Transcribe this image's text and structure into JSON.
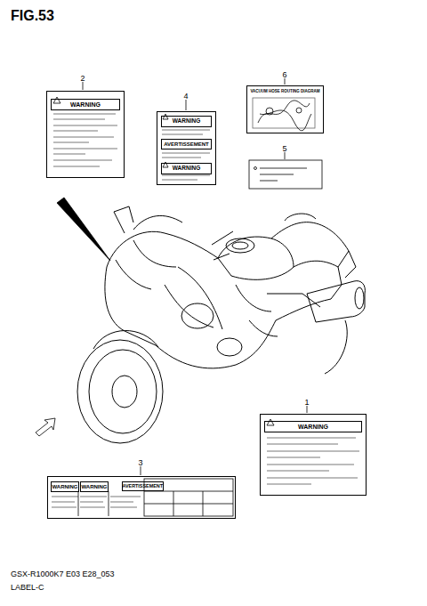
{
  "diagram": {
    "title": "FIG.53",
    "nodes": [
      {
        "text": [
          "WARNING"
        ]
      },
      {
        "text": [
          "WARNING",
          "AVERTISSEMENT",
          "WARNING"
        ]
      },
      {
        "text": [
          "VACUUM HOSE ROUTING DIAGRAM"
        ]
      },
      {
        "text": [
          "WARNING"
        ]
      },
      {
        "text": [
          "WARNING",
          "WARNING",
          "AVERTISSEMENT"
        ]
      }
    ],
    "labels": [
      "2",
      "4",
      "6",
      "5",
      "1",
      "3",
      "GSX-R1000K7 E03 E28_053",
      "LABEL-C"
    ]
  }
}
